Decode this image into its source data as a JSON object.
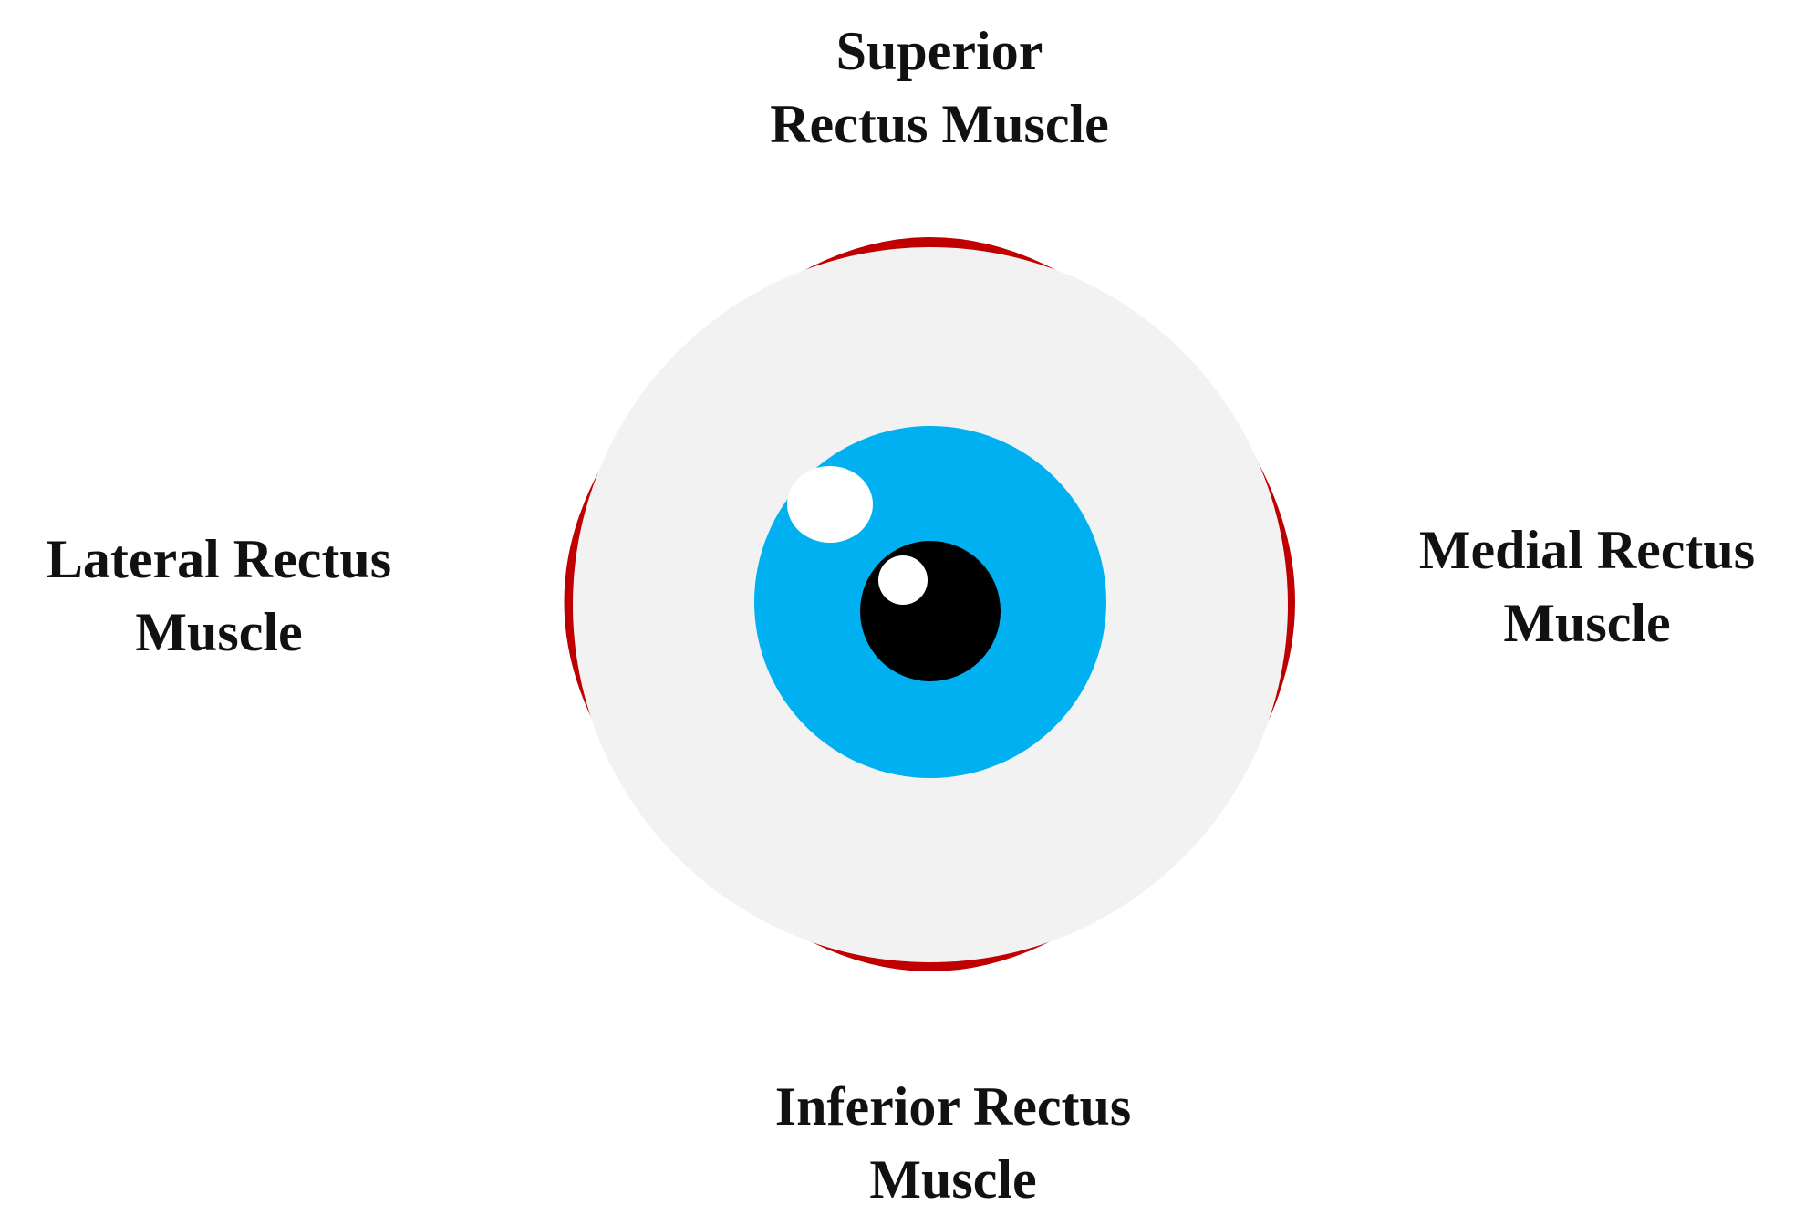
{
  "labels": {
    "superior": {
      "line1": "Superior",
      "line2": "Rectus Muscle"
    },
    "lateral": {
      "line1": "Lateral Rectus",
      "line2": "Muscle"
    },
    "medial": {
      "line1": "Medial Rectus",
      "line2": "Muscle"
    },
    "inferior": {
      "line1": "Inferior Rectus",
      "line2": "Muscle"
    }
  },
  "colors": {
    "sclera": "#f2f2f2",
    "iris": "#00b0f0",
    "pupil": "#000000",
    "highlight": "#ffffff",
    "muscle": "#c00000",
    "text": "#111111"
  }
}
